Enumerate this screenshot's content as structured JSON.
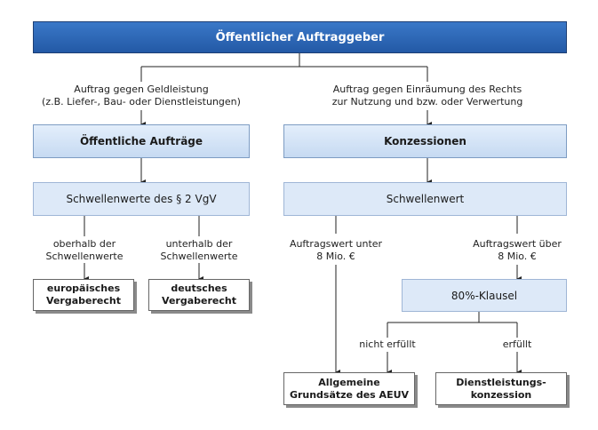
{
  "diagram": {
    "root": "Öffentlicher Auftraggeber",
    "left_branch": {
      "edge_label_line1": "Auftrag gegen Geldleistung",
      "edge_label_line2": "(z.B. Liefer-, Bau- oder Dienstleistungen)",
      "title": "Öffentliche Aufträge",
      "threshold": "Schwellenwerte des § 2 VgV",
      "above": {
        "edge_label_line1": "oberhalb der",
        "edge_label_line2": "Schwellenwerte",
        "result_line1": "europäisches",
        "result_line2": "Vergaberecht"
      },
      "below": {
        "edge_label_line1": "unterhalb der",
        "edge_label_line2": "Schwellenwerte",
        "result_line1": "deutsches",
        "result_line2": "Vergaberecht"
      }
    },
    "right_branch": {
      "edge_label_line1": "Auftrag gegen Einräumung des Rechts",
      "edge_label_line2": "zur Nutzung und bzw. oder Verwertung",
      "title": "Konzessionen",
      "threshold": "Schwellenwert",
      "under": {
        "edge_label_line1": "Auftragswert unter",
        "edge_label_line2": "8 Mio. €"
      },
      "over": {
        "edge_label_line1": "Auftragswert über",
        "edge_label_line2": "8 Mio. €"
      },
      "clause": "80%-Klausel",
      "not_fulfilled": "nicht erfüllt",
      "fulfilled": "erfüllt",
      "result_general_line1": "Allgemeine",
      "result_general_line2": "Grundsätze des AEUV",
      "result_service_line1": "Dienstleistungs-",
      "result_service_line2": "konzession"
    }
  }
}
